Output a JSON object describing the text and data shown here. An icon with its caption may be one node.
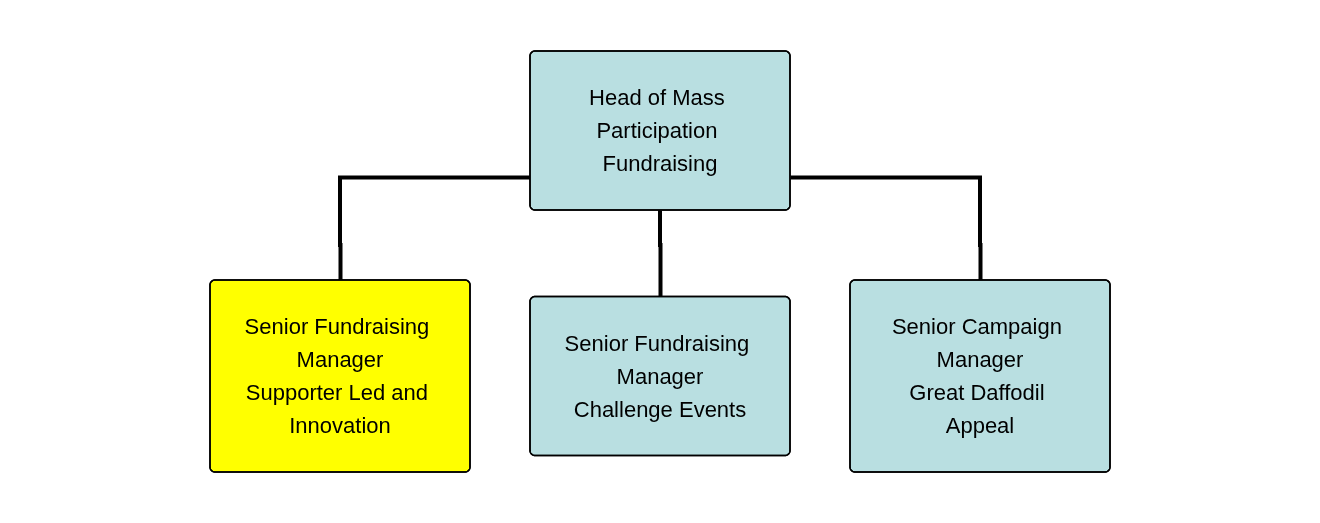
{
  "diagram": {
    "nodes": [
      {
        "text": [
          "Head of Mass Participation Fundraising"
        ]
      },
      {
        "text": [
          "Senior Fundraising Manager",
          "Supporter Led and Innovation"
        ]
      },
      {
        "text": [
          "Senior Fundraising Manager",
          "Challenge Events"
        ]
      },
      {
        "text": [
          "Senior Campaign Manager",
          "Great Daffodil Appeal"
        ]
      }
    ],
    "edges": [
      {
        "from": 0,
        "to": 1,
        "arrow": "none"
      },
      {
        "from": 0,
        "to": 2,
        "arrow": "none"
      },
      {
        "from": 0,
        "to": 3,
        "arrow": "none"
      }
    ]
  }
}
